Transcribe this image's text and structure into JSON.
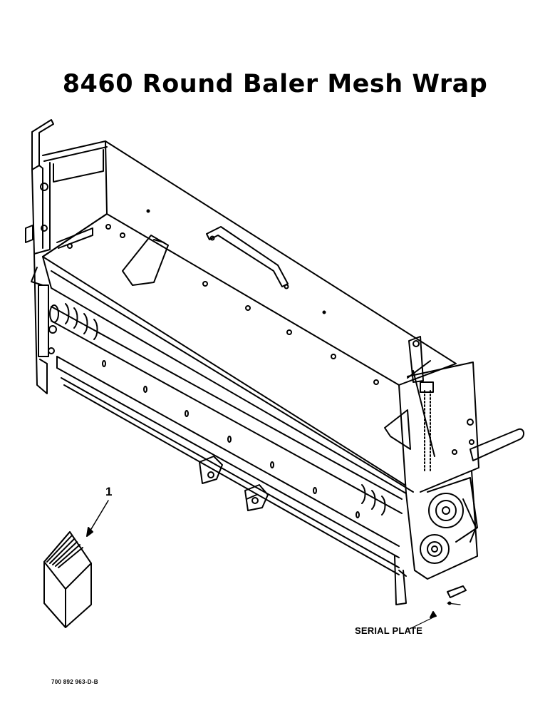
{
  "title": "8460 Round Baler Mesh Wrap",
  "callouts": [
    {
      "id": "1",
      "label": "1",
      "refers_to": "operator-manual"
    }
  ],
  "labels": {
    "serial_plate": "SERIAL PLATE",
    "part_code": "700 892 963-D-B"
  },
  "colors": {
    "line": "#000000",
    "background": "#ffffff"
  }
}
